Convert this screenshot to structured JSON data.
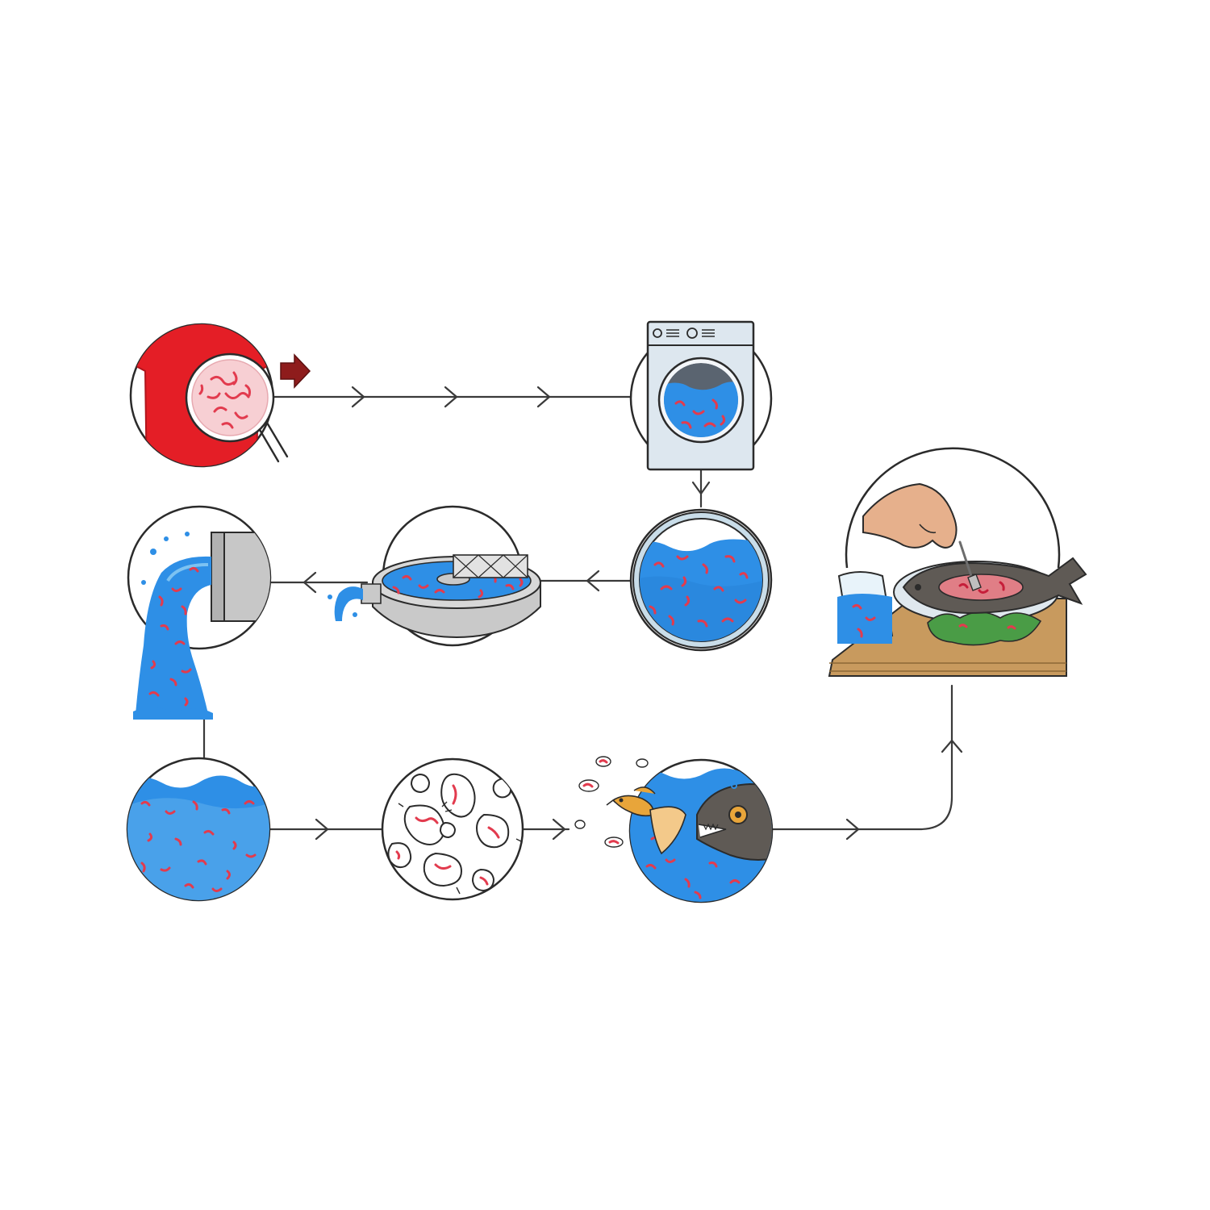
{
  "colors": {
    "background": "#ffffff",
    "line": "#3a3a3a",
    "water": "#2e8fe6",
    "water_light": "#7cc2f2",
    "fiber": "#e23b4e",
    "shirt": "#e41e26",
    "machine": "#dde7ef",
    "concrete": "#c9c9c9",
    "fish_dark": "#5f5a55",
    "fish_small": "#e8a53a",
    "board": "#c89a5e"
  },
  "stages": [
    {
      "id": "shirt",
      "icon": "tshirt-magnifier-icon"
    },
    {
      "id": "washing-machine",
      "icon": "washing-machine-icon"
    },
    {
      "id": "drum",
      "icon": "drum-water-icon"
    },
    {
      "id": "treatment-plant",
      "icon": "treatment-plant-icon"
    },
    {
      "id": "outfall-pipe",
      "icon": "outfall-pipe-icon"
    },
    {
      "id": "water-body",
      "icon": "water-body-icon"
    },
    {
      "id": "plankton",
      "icon": "plankton-icon"
    },
    {
      "id": "fish-food-chain",
      "icon": "fish-food-chain-icon"
    },
    {
      "id": "dinner-plate",
      "icon": "fish-dinner-icon"
    }
  ]
}
